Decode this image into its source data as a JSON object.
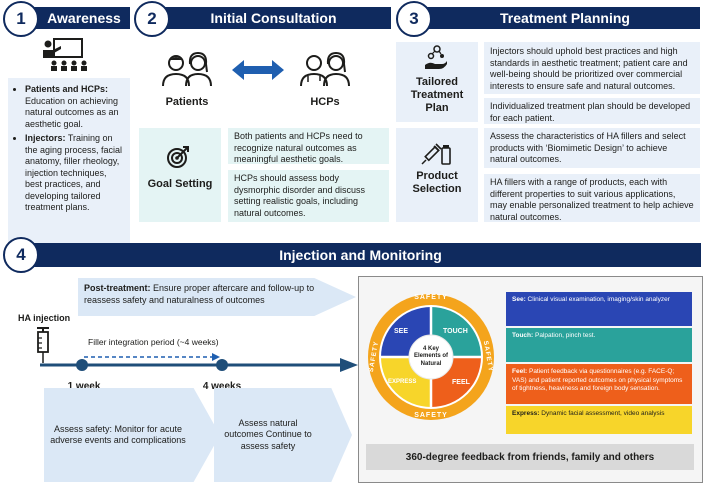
{
  "sections": {
    "awareness": {
      "number": "1",
      "title": "Awareness",
      "bullet1_label": "Patients and HCPs:",
      "bullet1_text": "Education on achieving natural outcomes as an aesthetic goal.",
      "bullet2_label": "Injectors:",
      "bullet2_text": "Training on the aging process, facial anatomy, filler rheology, injection techniques, best practices, and developing tailored treatment plans."
    },
    "consultation": {
      "number": "2",
      "title": "Initial Consultation",
      "patients_label": "Patients",
      "hcps_label": "HCPs",
      "goal_setting_label": "Goal Setting",
      "goal_text1": "Both patients and HCPs need to recognize natural outcomes as meaningful aesthetic goals.",
      "goal_text2": "HCPs should assess body dysmorphic disorder and discuss setting realistic goals, including natural outcomes."
    },
    "planning": {
      "number": "3",
      "title": "Treatment Planning",
      "tailored_label": "Tailored Treatment Plan",
      "tailored_text1": "Injectors should uphold best practices and high standards in aesthetic treatment; patient care and well-being should be prioritized over commercial interests to ensure safe and natural outcomes.",
      "tailored_text2": "Individualized treatment plan should be developed for each patient.",
      "product_label": "Product Selection",
      "product_text1": "Assess the characteristics of HA fillers and select products with ‘Biomimetic Design’ to achieve natural outcomes.",
      "product_text2": "HA fillers with a range of products, each with different properties to suit various applications, may enable personalized treatment to help achieve natural outcomes."
    },
    "monitoring": {
      "number": "4",
      "title": "Injection and Monitoring",
      "post_label": "Post-treatment:",
      "post_text": "Ensure proper aftercare and follow-up to reassess safety and naturalness of outcomes",
      "ha_injection": "HA injection",
      "integration": "Filler integration period (~4 weeks)",
      "week1": "1 week",
      "week4": "4 weeks",
      "assess_safety": "Assess safety: Monitor for acute adverse events and complications",
      "assess_natural": "Assess natural outcomes Continue to assess safety"
    }
  },
  "wheel": {
    "center": "4 Key Elements of Natural",
    "ring_top": "SAFETY",
    "ring_bottom": "SAFETY",
    "ring_left": "SAFETY",
    "ring_right": "SAFETY",
    "see": "SEE",
    "touch": "TOUCH",
    "express": "EXPRESS",
    "feel": "FEEL"
  },
  "legend": {
    "see_label": "See:",
    "see_text": "Clinical visual examination, imaging/skin analyzer",
    "touch_label": "Touch:",
    "touch_text": "Palpation, pinch test.",
    "feel_label": "Feel:",
    "feel_text": "Patient feedback via questionnaires (e.g. FACE-Q; VAS) and patient reported outcomes on physical symptoms of tightness, heaviness and foreign body sensation.",
    "express_label": "Express:",
    "express_text": "Dynamic facial assessment, video analysis"
  },
  "feedback": "360-degree feedback from friends, family and others",
  "colors": {
    "navy": "#0f2a5e",
    "see": "#2a46b4",
    "touch": "#2aa29b",
    "feel": "#ee5f1b",
    "express": "#f7d52a",
    "safety_ring": "#f4a41c"
  }
}
